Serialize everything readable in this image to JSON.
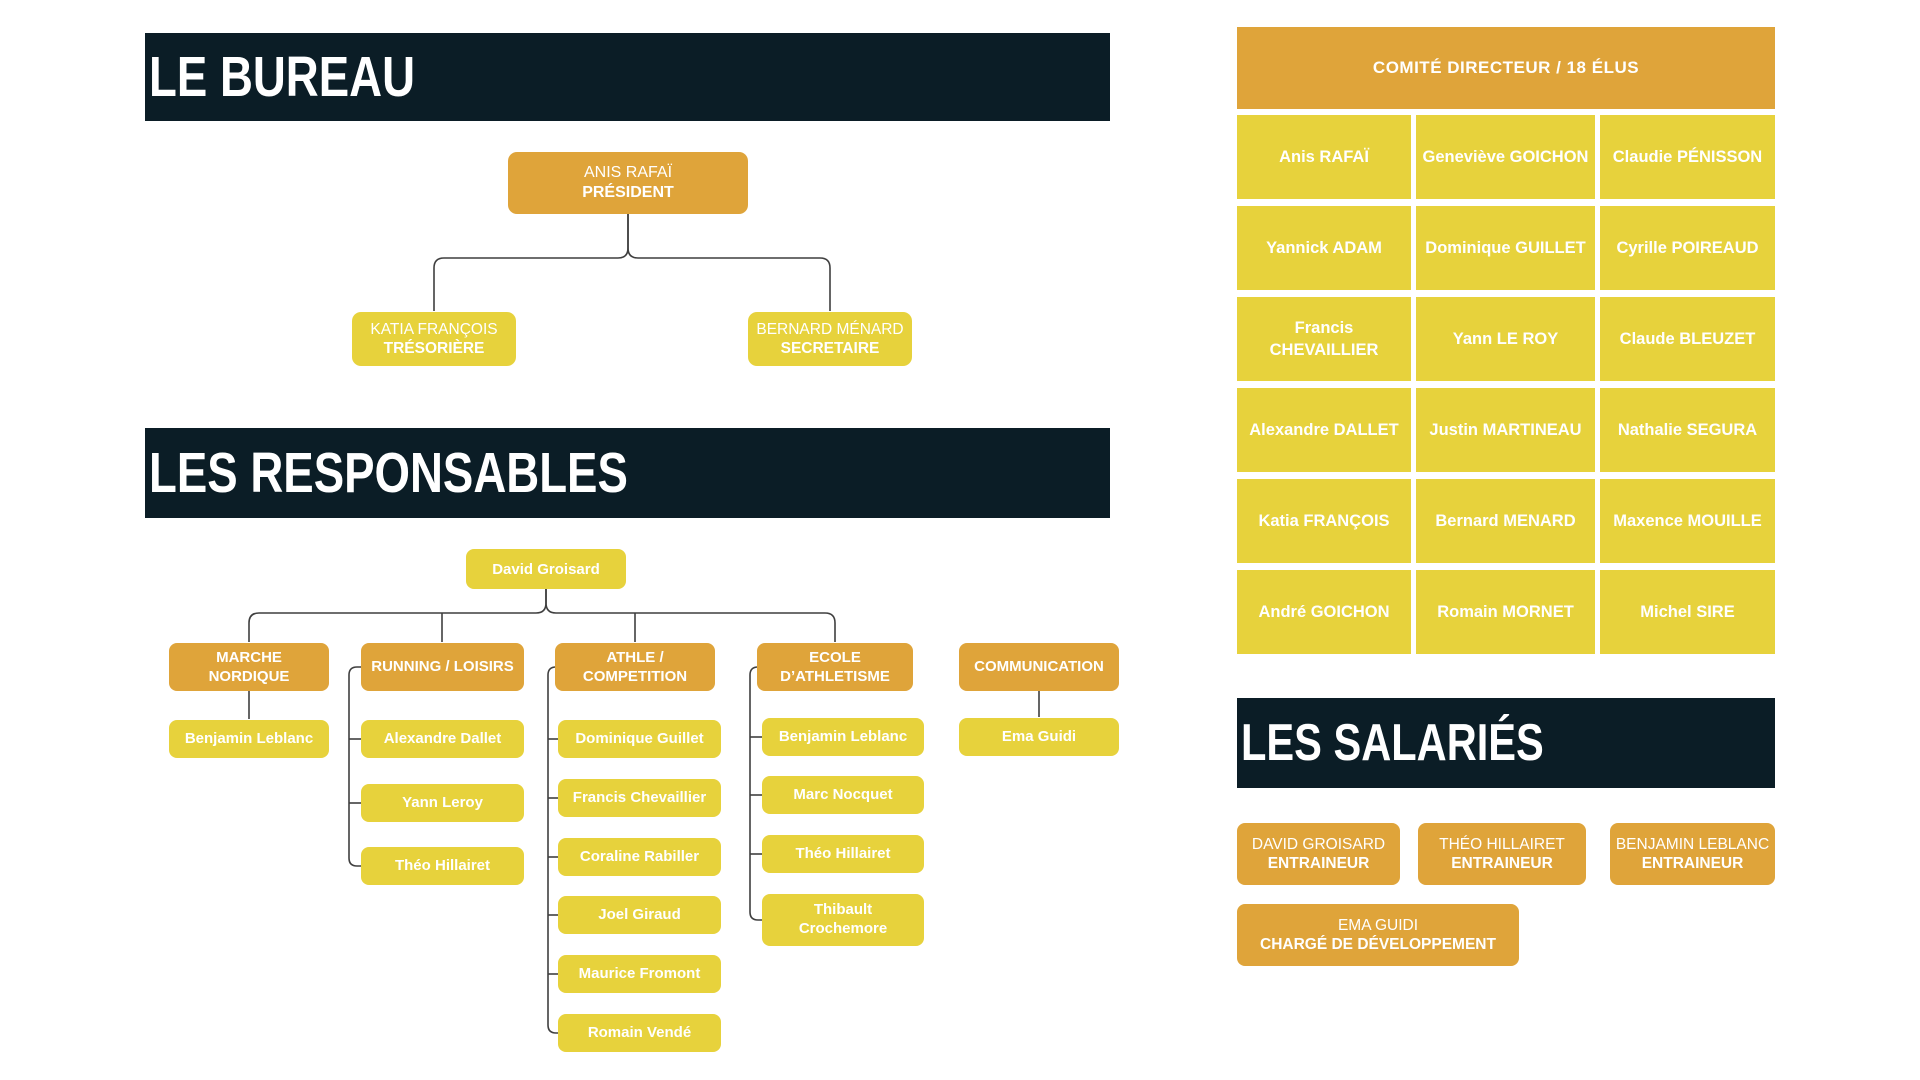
{
  "colors": {
    "dark": "#0b1d26",
    "orange": "#dfa43a",
    "yellow": "#e7d23c",
    "line": "#3f3f3f",
    "white": "#ffffff"
  },
  "bureau": {
    "title": "LE BUREAU",
    "president": {
      "name": "ANIS RAFAÏ",
      "role": "PRÉSIDENT"
    },
    "tresoriere": {
      "name": "KATIA FRANÇOIS",
      "role": "TRÉSORIÈRE"
    },
    "secretaire": {
      "name": "BERNARD MÉNARD",
      "role": "SECRETAIRE"
    }
  },
  "responsables": {
    "title": "LES RESPONSABLES",
    "root": "David Groisard",
    "branches": [
      {
        "label": "MARCHE NORDIQUE",
        "members": [
          "Benjamin Leblanc"
        ]
      },
      {
        "label": "RUNNING / LOISIRS",
        "members": [
          "Alexandre Dallet",
          "Yann Leroy",
          "Théo Hillairet"
        ]
      },
      {
        "label": "ATHLE / COMPETITION",
        "members": [
          "Dominique Guillet",
          "Francis Chevaillier",
          "Coraline Rabiller",
          "Joel Giraud",
          "Maurice Fromont",
          "Romain Vendé"
        ]
      },
      {
        "label": "ECOLE D’ATHLETISME",
        "members": [
          "Benjamin Leblanc",
          "Marc Nocquet",
          "Théo Hillairet",
          "Thibault Crochemore"
        ]
      },
      {
        "label": "COMMUNICATION",
        "members": [
          "Ema Guidi"
        ]
      }
    ]
  },
  "comite": {
    "title": "COMITÉ DIRECTEUR / 18 ÉLUS",
    "members": [
      "Anis RAFAÏ",
      "Geneviève GOICHON",
      "Claudie PÉNISSON",
      "Yannick ADAM",
      "Dominique GUILLET",
      "Cyrille POIREAUD",
      "Francis CHEVAILLIER",
      "Yann LE ROY",
      "Claude BLEUZET",
      "Alexandre DALLET",
      "Justin MARTINEAU",
      "Nathalie SEGURA",
      "Katia FRANÇOIS",
      "Bernard MENARD",
      "Maxence MOUILLE",
      "André GOICHON",
      "Romain MORNET",
      "Michel SIRE"
    ]
  },
  "salaries": {
    "title": "LES SALARIÉS",
    "cards": [
      {
        "name": "DAVID GROISARD",
        "role": "ENTRAINEUR"
      },
      {
        "name": "THÉO HILLAIRET",
        "role": "ENTRAINEUR"
      },
      {
        "name": "BENJAMIN LEBLANC",
        "role": "ENTRAINEUR"
      },
      {
        "name": "EMA GUIDI",
        "role": "CHARGÉ DE DÉVELOPPEMENT"
      }
    ]
  }
}
